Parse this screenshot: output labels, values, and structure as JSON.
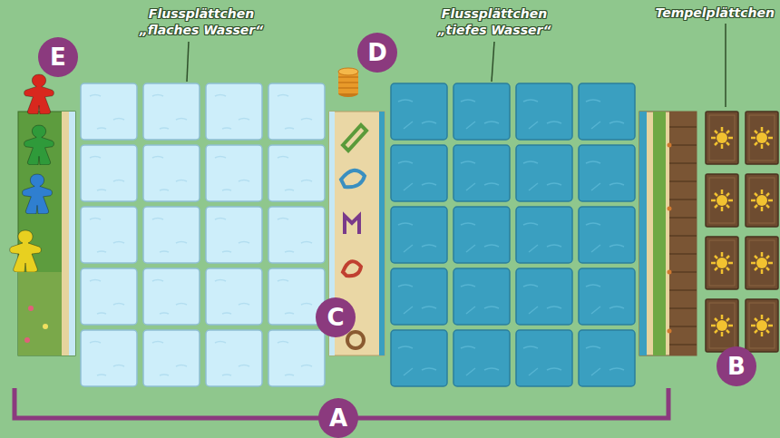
{
  "diagram": {
    "labels": [
      "E",
      "Flussplättchen „flaches Wasser“",
      "D",
      "Flussplättchen „tiefes Wasser“",
      "Tempelplättchen",
      "C",
      "B",
      "A"
    ]
  }
}
